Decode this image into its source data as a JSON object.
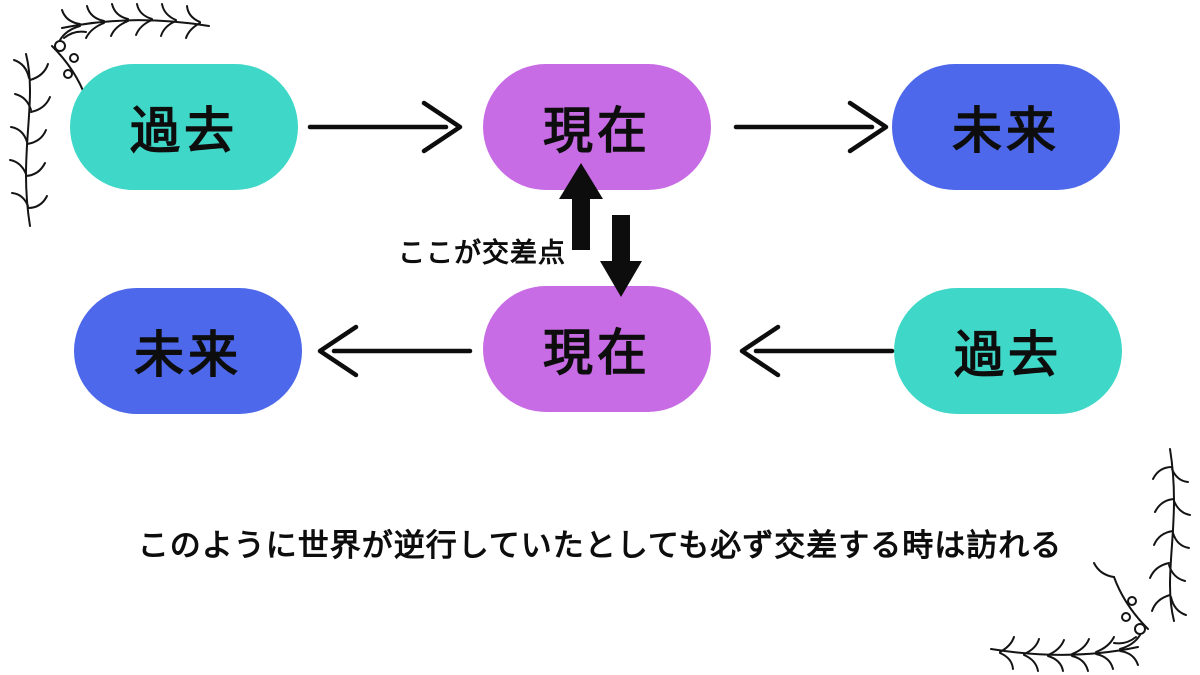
{
  "slide": {
    "background": "#ffffff",
    "ink": "#0d0d0d"
  },
  "colors": {
    "teal": "#3fd7c7",
    "purple": "#c86ce6",
    "blue": "#4d68ea"
  },
  "top_row": {
    "direction": "left-to-right",
    "nodes": [
      {
        "label": "過去",
        "color": "#3fd7c7"
      },
      {
        "label": "現在",
        "color": "#c86ce6"
      },
      {
        "label": "未来",
        "color": "#4d68ea"
      }
    ]
  },
  "bottom_row": {
    "direction": "right-to-left",
    "nodes": [
      {
        "label": "未来",
        "color": "#4d68ea"
      },
      {
        "label": "現在",
        "color": "#c86ce6"
      },
      {
        "label": "過去",
        "color": "#3fd7c7"
      }
    ]
  },
  "intersection_label": "ここが交差点",
  "caption": "このように世界が逆行していたとしても必ず交差する時は訪れる"
}
